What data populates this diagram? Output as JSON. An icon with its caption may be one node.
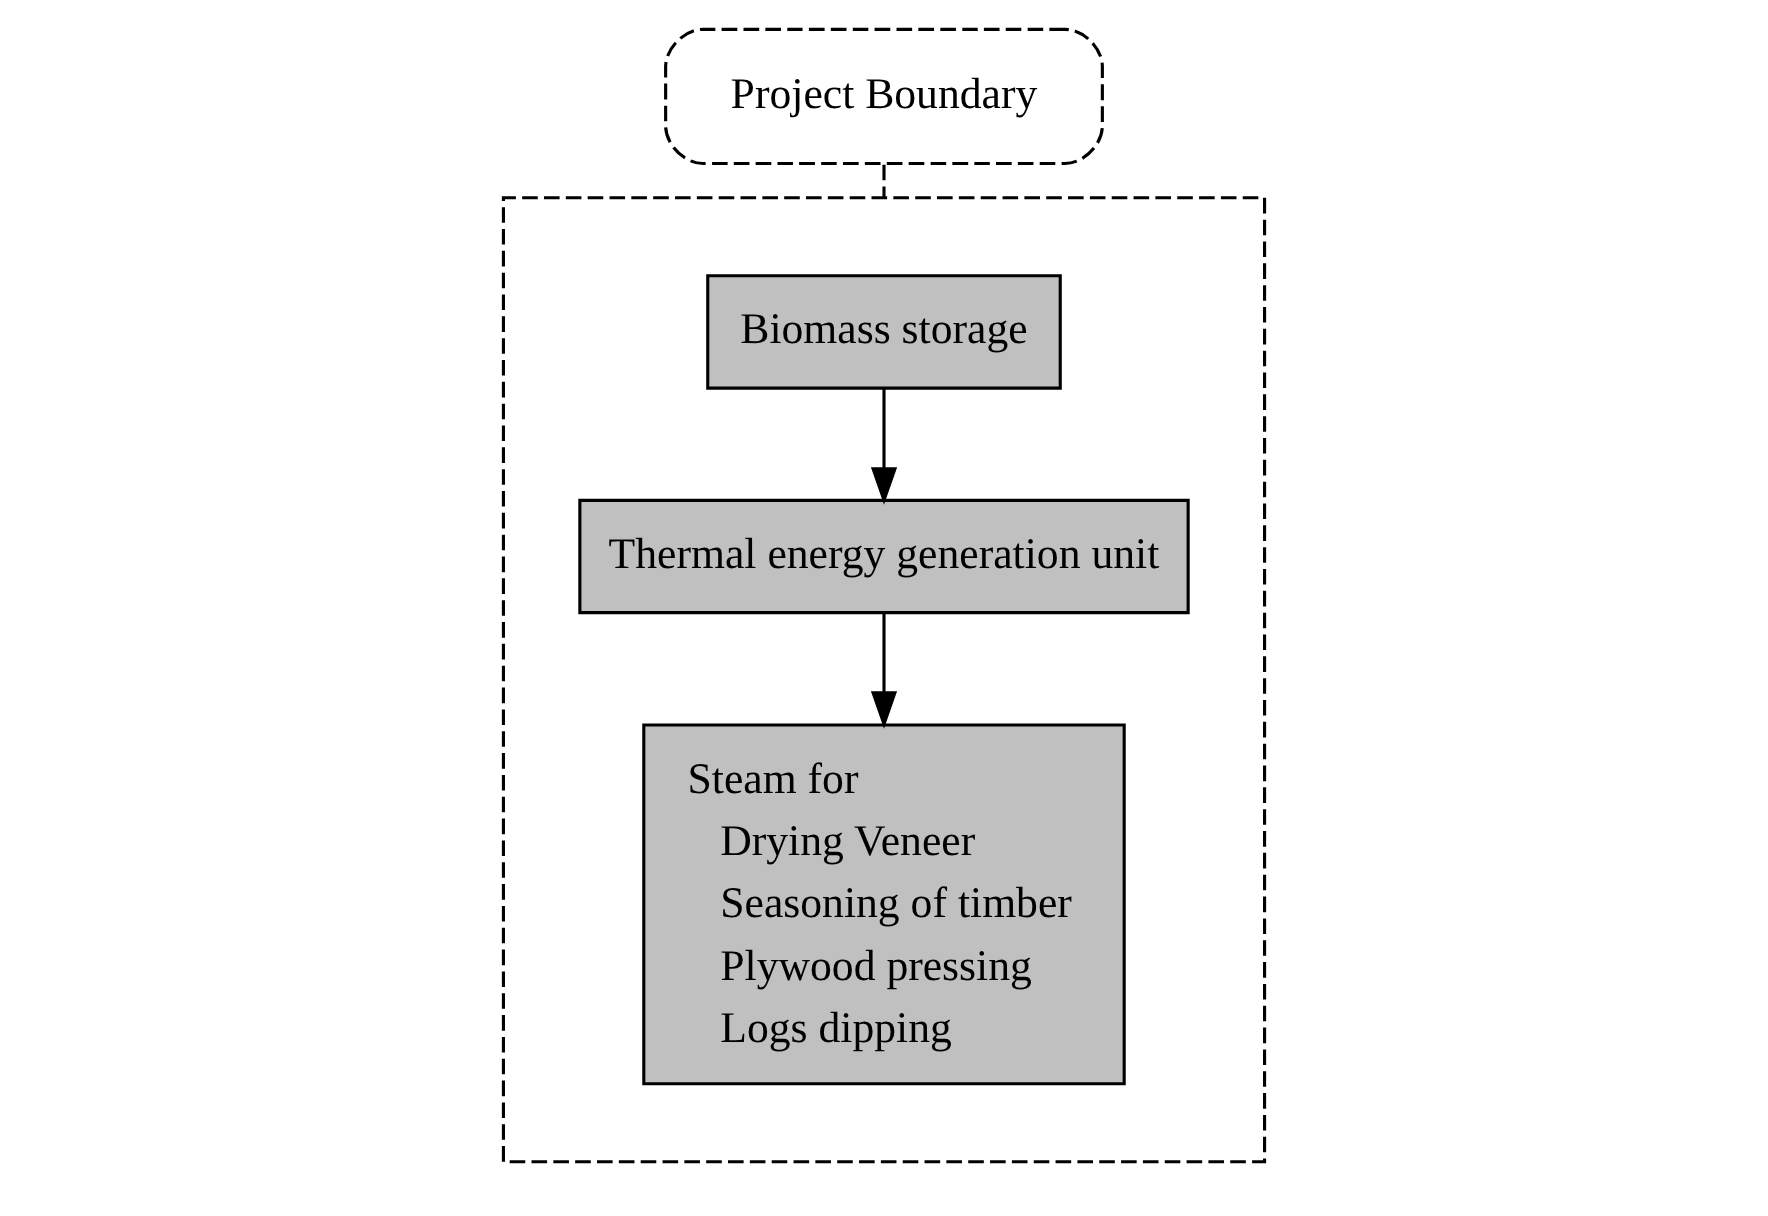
{
  "diagram": {
    "nodes": [
      {
        "text": [
          "Project Boundary"
        ]
      },
      {
        "text": [],
        "shape": "box"
      },
      {
        "text": [
          "Biomass storage"
        ],
        "in": 1
      },
      {
        "text": [
          "Thermal energy generation unit"
        ],
        "in": 1
      },
      {
        "text": [
          "Steam for",
          "Drying Veneer",
          "Seasoning of timber",
          "Plywood pressing",
          "Logs dipping"
        ],
        "in": 1
      }
    ],
    "edges": [
      {
        "from": 0,
        "to": 1,
        "arrow": "none",
        "style": "dashed"
      },
      {
        "from": 2,
        "to": 3,
        "arrow": "to"
      },
      {
        "from": 3,
        "to": 4,
        "arrow": "to"
      }
    ]
  }
}
